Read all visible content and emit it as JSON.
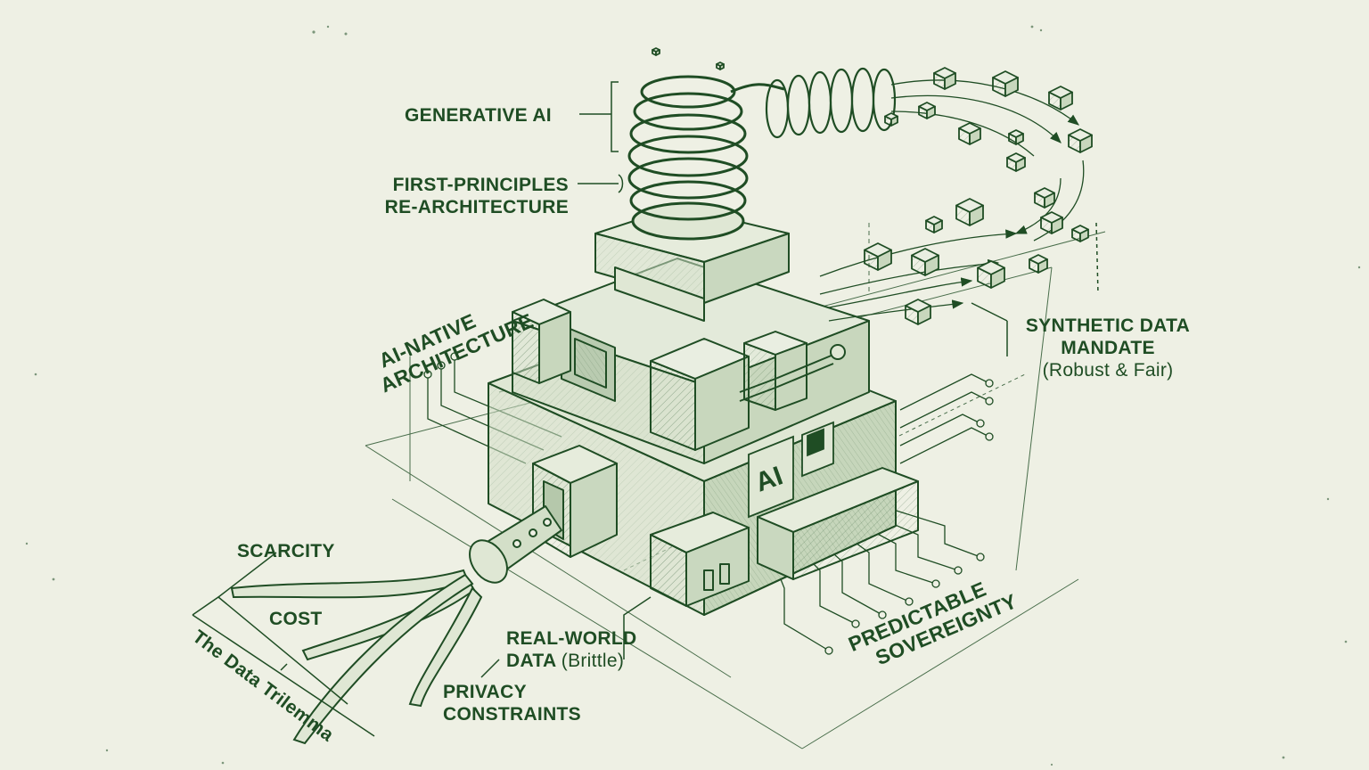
{
  "labels": {
    "generative_ai": "GENERATIVE AI",
    "first_principles_1": "FIRST-PRINCIPLES",
    "first_principles_2": "RE-ARCHITECTURE",
    "ai_native_1": "AI-NATIVE",
    "ai_native_2": "ARCHITECTURE",
    "synthetic_1": "SYNTHETIC DATA",
    "synthetic_2": "MANDATE",
    "synthetic_3": "(Robust & Fair)",
    "scarcity": "SCARCITY",
    "cost": "COST",
    "data_trilemma": "The Data Trilemma",
    "real_world_1": "REAL-WORLD",
    "real_world_2a": "DATA",
    "real_world_2b": "(Brittle)",
    "privacy_1": "PRIVACY",
    "privacy_2": "CONSTRAINTS",
    "predictable_1": "PREDICTABLE",
    "predictable_2": "SOVEREIGNTY",
    "ai_badge": "AI"
  },
  "icons": [
    "spring-coil-icon",
    "data-cube-icon",
    "pipe-icon",
    "circuit-trace-icon"
  ],
  "colors": {
    "ink": "#1f4d24",
    "ink_light": "#4f7a4f",
    "paper": "#eef0e4",
    "fill_light": "#dde6d2",
    "fill_mid": "#c9d8bf"
  }
}
